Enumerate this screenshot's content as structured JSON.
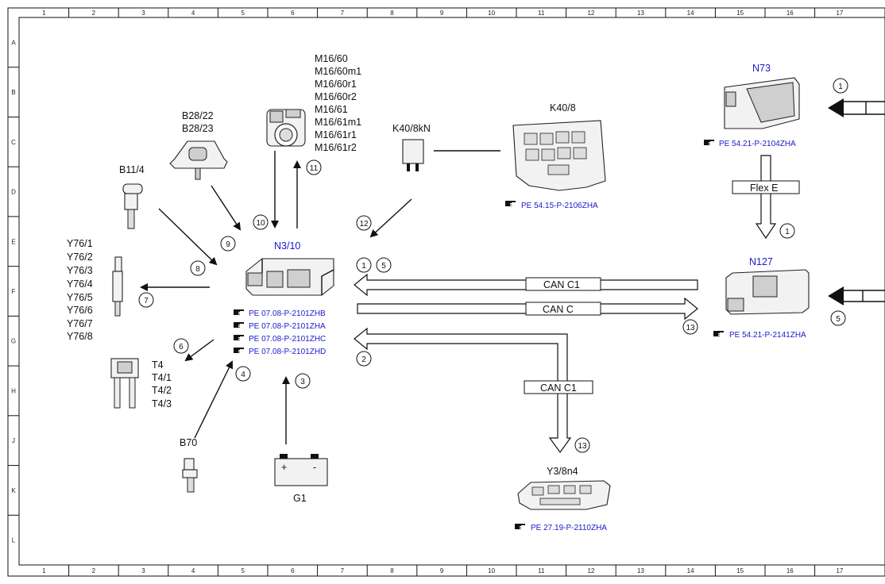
{
  "grid": {
    "columns": [
      "1",
      "2",
      "3",
      "4",
      "5",
      "6",
      "7",
      "8",
      "9",
      "10",
      "11",
      "12",
      "13",
      "14",
      "15",
      "16",
      "17"
    ],
    "rows": [
      "A",
      "B",
      "C",
      "D",
      "E",
      "F",
      "G",
      "H",
      "J",
      "K",
      "L"
    ]
  },
  "components": {
    "n3_10": "N3/10",
    "n73": "N73",
    "n127": "N127",
    "k40_8": "K40/8",
    "k40_8kn": "K40/8kN",
    "b28": [
      "B28/22",
      "B28/23"
    ],
    "b11_4": "B11/4",
    "m16": [
      "M16/60",
      "M16/60m1",
      "M16/60r1",
      "M16/60r2",
      "M16/61",
      "M16/61m1",
      "M16/61r1",
      "M16/61r2"
    ],
    "y76": [
      "Y76/1",
      "Y76/2",
      "Y76/3",
      "Y76/4",
      "Y76/5",
      "Y76/6",
      "Y76/7",
      "Y76/8"
    ],
    "t4": [
      "T4",
      "T4/1",
      "T4/2",
      "T4/3"
    ],
    "b70": "B70",
    "g1": "G1",
    "y3_8n4": "Y3/8n4",
    "battery_plus": "+",
    "battery_minus": "-"
  },
  "refs": {
    "n3_10": [
      "PE 07.08-P-2101ZHB",
      "PE 07.08-P-2101ZHA",
      "PE 07.08-P-2101ZHC",
      "PE 07.08-P-2101ZHD"
    ],
    "k40_8": "PE 54.15-P-2106ZHA",
    "n73": "PE 54.21-P-2104ZHA",
    "n127": "PE 54.21-P-2141ZHA",
    "y3_8n4": "PE 27.19-P-2110ZHA"
  },
  "buses": {
    "can_c1_top": "CAN C1",
    "can_c": "CAN C",
    "can_c1_down": "CAN C1",
    "flex_e": "Flex E"
  },
  "callouts": {
    "c1": "1",
    "c2": "2",
    "c3": "3",
    "c4": "4",
    "c5": "5",
    "c6": "6",
    "c7": "7",
    "c8": "8",
    "c9": "9",
    "c10": "10",
    "c11": "11",
    "c12": "12",
    "c13": "13"
  },
  "colors": {
    "link_blue": "#1a1acc",
    "line": "#111111"
  },
  "icons": {
    "reference": "pointing-hand-icon"
  }
}
